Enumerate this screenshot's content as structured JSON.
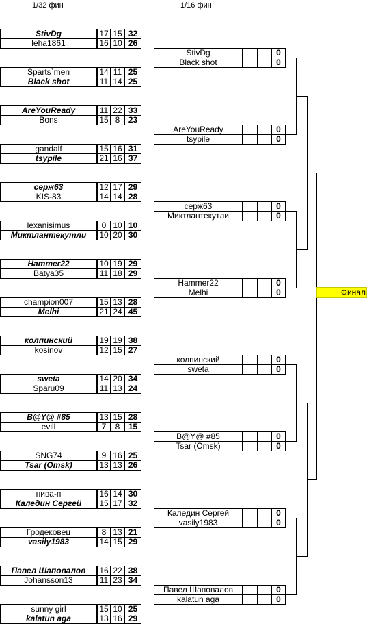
{
  "headers": {
    "round1": "1/32 фин",
    "round2": "1/16 фин"
  },
  "final_label": "Финал",
  "round1_matches": [
    [
      {
        "name": "StivDg",
        "s1": "17",
        "s2": "15",
        "total": "32",
        "winner": true
      },
      {
        "name": "leha1861",
        "s1": "16",
        "s2": "10",
        "total": "26",
        "winner": false
      }
    ],
    [
      {
        "name": "Sparts`men",
        "s1": "14",
        "s2": "11",
        "total": "25",
        "winner": false
      },
      {
        "name": "Black shot",
        "s1": "11",
        "s2": "14",
        "total": "25",
        "winner": true
      }
    ],
    [
      {
        "name": "AreYouReady",
        "s1": "11",
        "s2": "22",
        "total": "33",
        "winner": true
      },
      {
        "name": "Bons",
        "s1": "15",
        "s2": "8",
        "total": "23",
        "winner": false
      }
    ],
    [
      {
        "name": "gandalf",
        "s1": "15",
        "s2": "16",
        "total": "31",
        "winner": false
      },
      {
        "name": "tsypile",
        "s1": "21",
        "s2": "16",
        "total": "37",
        "winner": true
      }
    ],
    [
      {
        "name": "серж63",
        "s1": "12",
        "s2": "17",
        "total": "29",
        "winner": true
      },
      {
        "name": "KIS-83",
        "s1": "14",
        "s2": "14",
        "total": "28",
        "winner": false
      }
    ],
    [
      {
        "name": "lexanisimus",
        "s1": "0",
        "s2": "10",
        "total": "10",
        "winner": false
      },
      {
        "name": "Миктлантекутли",
        "s1": "10",
        "s2": "20",
        "total": "30",
        "winner": true
      }
    ],
    [
      {
        "name": "Hammer22",
        "s1": "10",
        "s2": "19",
        "total": "29",
        "winner": true
      },
      {
        "name": "Batya35",
        "s1": "11",
        "s2": "18",
        "total": "29",
        "winner": false
      }
    ],
    [
      {
        "name": "champion007",
        "s1": "15",
        "s2": "13",
        "total": "28",
        "winner": false
      },
      {
        "name": "Melhi",
        "s1": "21",
        "s2": "24",
        "total": "45",
        "winner": true
      }
    ],
    [
      {
        "name": "колпинский",
        "s1": "19",
        "s2": "19",
        "total": "38",
        "winner": true
      },
      {
        "name": "kosinov",
        "s1": "12",
        "s2": "15",
        "total": "27",
        "winner": false
      }
    ],
    [
      {
        "name": "sweta",
        "s1": "14",
        "s2": "20",
        "total": "34",
        "winner": true
      },
      {
        "name": "Sparu09",
        "s1": "11",
        "s2": "13",
        "total": "24",
        "winner": false
      }
    ],
    [
      {
        "name": "B@Y@ #85",
        "s1": "13",
        "s2": "15",
        "total": "28",
        "winner": true
      },
      {
        "name": "evill",
        "s1": "7",
        "s2": "8",
        "total": "15",
        "winner": false
      }
    ],
    [
      {
        "name": "SNG74",
        "s1": "9",
        "s2": "16",
        "total": "25",
        "winner": false
      },
      {
        "name": "Tsar (Omsk)",
        "s1": "13",
        "s2": "13",
        "total": "26",
        "winner": true
      }
    ],
    [
      {
        "name": "нива-п",
        "s1": "16",
        "s2": "14",
        "total": "30",
        "winner": false
      },
      {
        "name": "Каледин Сергей",
        "s1": "15",
        "s2": "17",
        "total": "32",
        "winner": true
      }
    ],
    [
      {
        "name": "Гродековец",
        "s1": "8",
        "s2": "13",
        "total": "21",
        "winner": false
      },
      {
        "name": "vasily1983",
        "s1": "14",
        "s2": "15",
        "total": "29",
        "winner": true
      }
    ],
    [
      {
        "name": "Павел Шаповалов",
        "s1": "16",
        "s2": "22",
        "total": "38",
        "winner": true
      },
      {
        "name": "Johansson13",
        "s1": "11",
        "s2": "23",
        "total": "34",
        "winner": false
      }
    ],
    [
      {
        "name": "sunny girl",
        "s1": "15",
        "s2": "10",
        "total": "25",
        "winner": false
      },
      {
        "name": "kalatun aga",
        "s1": "13",
        "s2": "16",
        "total": "29",
        "winner": true
      }
    ]
  ],
  "round2_matches": [
    [
      {
        "name": "StivDg",
        "s1": "",
        "s2": "",
        "total": "0"
      },
      {
        "name": "Black shot",
        "s1": "",
        "s2": "",
        "total": "0"
      }
    ],
    [
      {
        "name": "AreYouReady",
        "s1": "",
        "s2": "",
        "total": "0"
      },
      {
        "name": "tsypile",
        "s1": "",
        "s2": "",
        "total": "0"
      }
    ],
    [
      {
        "name": "серж63",
        "s1": "",
        "s2": "",
        "total": "0"
      },
      {
        "name": "Миктлантекутли",
        "s1": "",
        "s2": "",
        "total": "0"
      }
    ],
    [
      {
        "name": "Hammer22",
        "s1": "",
        "s2": "",
        "total": "0"
      },
      {
        "name": "Melhi",
        "s1": "",
        "s2": "",
        "total": "0"
      }
    ],
    [
      {
        "name": "колпинский",
        "s1": "",
        "s2": "",
        "total": "0"
      },
      {
        "name": "sweta",
        "s1": "",
        "s2": "",
        "total": "0"
      }
    ],
    [
      {
        "name": "B@Y@ #85",
        "s1": "",
        "s2": "",
        "total": "0"
      },
      {
        "name": "Tsar (Omsk)",
        "s1": "",
        "s2": "",
        "total": "0"
      }
    ],
    [
      {
        "name": "Каледин Сергей",
        "s1": "",
        "s2": "",
        "total": "0"
      },
      {
        "name": "vasily1983",
        "s1": "",
        "s2": "",
        "total": "0"
      }
    ],
    [
      {
        "name": "Павел Шаповалов",
        "s1": "",
        "s2": "",
        "total": "0"
      },
      {
        "name": "kalatun aga",
        "s1": "",
        "s2": "",
        "total": "0"
      }
    ]
  ]
}
